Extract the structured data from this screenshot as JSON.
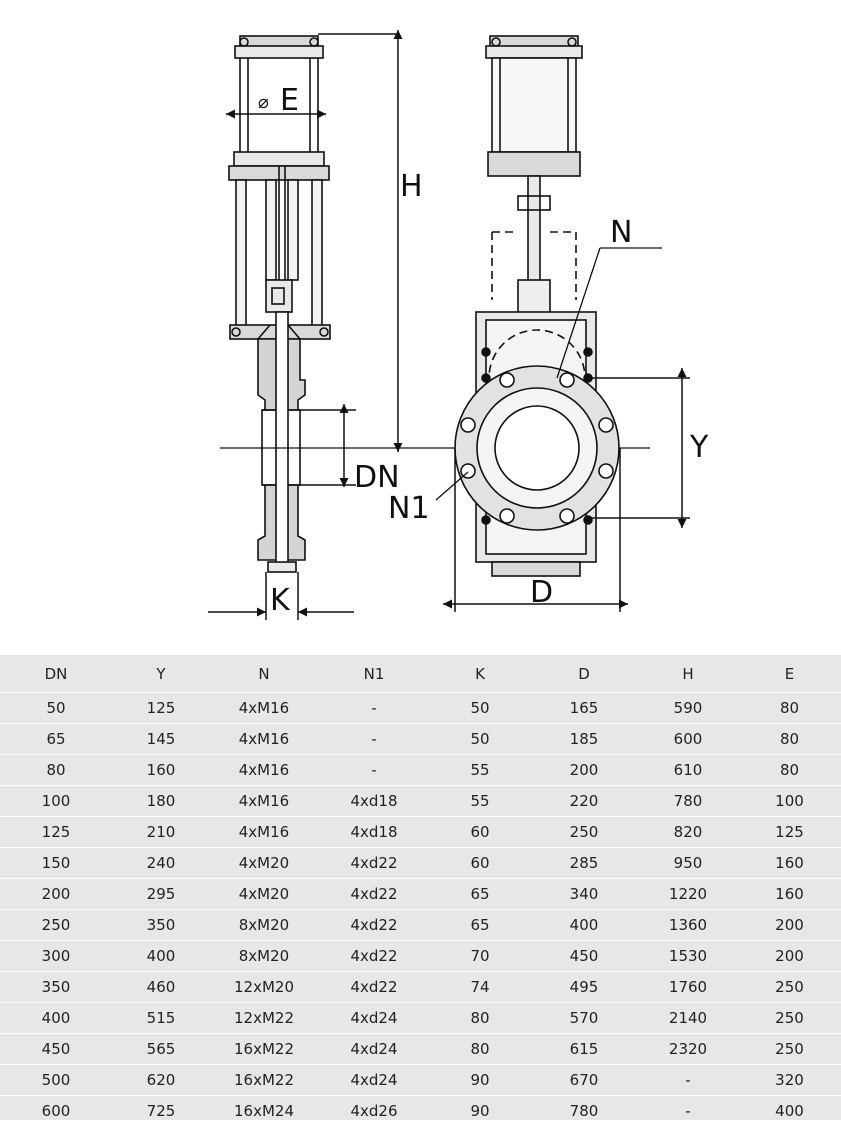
{
  "labels": {
    "e": "E",
    "diameter_symbol": "⌀",
    "h": "H",
    "n": "N",
    "y": "Y",
    "dn": "DN",
    "n1": "N1",
    "k": "K",
    "d": "D"
  },
  "table": {
    "headers": [
      "DN",
      "Y",
      "N",
      "N1",
      "K",
      "D",
      "H",
      "E"
    ],
    "rows": [
      [
        "50",
        "125",
        "4xM16",
        "-",
        "50",
        "165",
        "590",
        "80"
      ],
      [
        "65",
        "145",
        "4xM16",
        "-",
        "50",
        "185",
        "600",
        "80"
      ],
      [
        "80",
        "160",
        "4xM16",
        "-",
        "55",
        "200",
        "610",
        "80"
      ],
      [
        "100",
        "180",
        "4xM16",
        "4xd18",
        "55",
        "220",
        "780",
        "100"
      ],
      [
        "125",
        "210",
        "4xM16",
        "4xd18",
        "60",
        "250",
        "820",
        "125"
      ],
      [
        "150",
        "240",
        "4xM20",
        "4xd22",
        "60",
        "285",
        "950",
        "160"
      ],
      [
        "200",
        "295",
        "4xM20",
        "4xd22",
        "65",
        "340",
        "1220",
        "160"
      ],
      [
        "250",
        "350",
        "8xM20",
        "4xd22",
        "65",
        "400",
        "1360",
        "200"
      ],
      [
        "300",
        "400",
        "8xM20",
        "4xd22",
        "70",
        "450",
        "1530",
        "200"
      ],
      [
        "350",
        "460",
        "12xM20",
        "4xd22",
        "74",
        "495",
        "1760",
        "250"
      ],
      [
        "400",
        "515",
        "12xM22",
        "4xd24",
        "80",
        "570",
        "2140",
        "250"
      ],
      [
        "450",
        "565",
        "16xM22",
        "4xd24",
        "80",
        "615",
        "2320",
        "250"
      ],
      [
        "500",
        "620",
        "16xM22",
        "4xd24",
        "90",
        "670",
        "-",
        "320"
      ],
      [
        "600",
        "725",
        "16xM24",
        "4xd26",
        "90",
        "780",
        "-",
        "400"
      ]
    ]
  }
}
